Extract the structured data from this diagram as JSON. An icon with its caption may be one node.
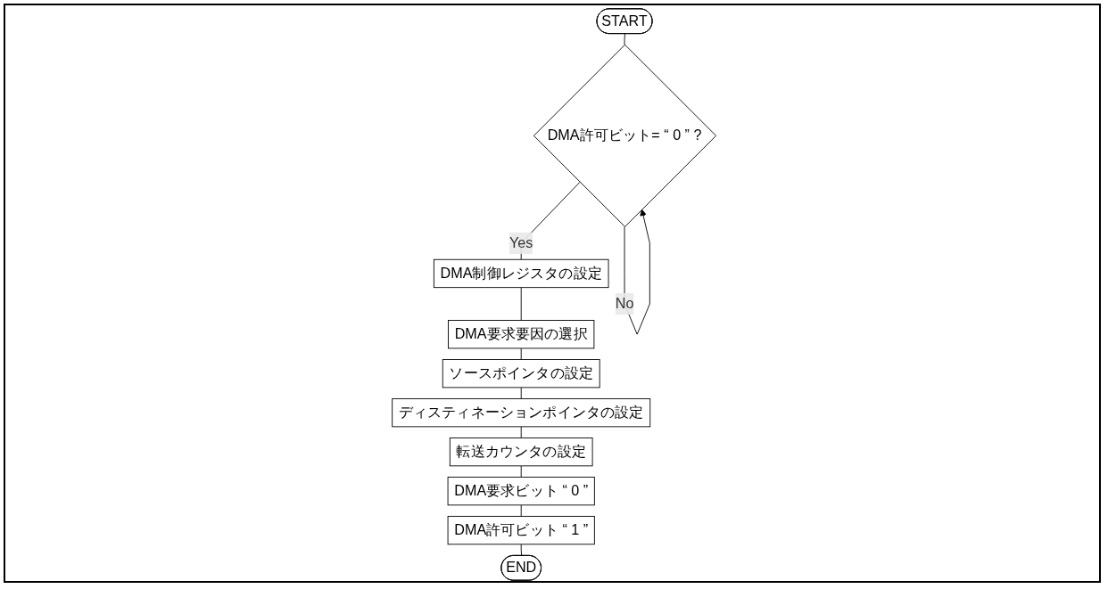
{
  "diagram": {
    "nodes": [
      {
        "text": [
          "START"
        ]
      },
      {
        "text": [
          "DMA許可ビット= “ 0 ” ?"
        ]
      },
      {
        "text": [
          "DMA制御レジスタの設定"
        ]
      },
      {
        "text": [
          "DMA要求要因の選択"
        ]
      },
      {
        "text": [
          "ソースポインタの設定"
        ]
      },
      {
        "text": [
          "ディスティネーションポインタの設定"
        ]
      },
      {
        "text": [
          "転送カウンタの設定"
        ]
      },
      {
        "text": [
          "DMA要求ビット “ 0 ”"
        ]
      },
      {
        "text": [
          "DMA許可ビット “ 1 ”"
        ]
      },
      {
        "text": [
          "END"
        ]
      }
    ],
    "edges": [
      {
        "from": 0,
        "to": 1,
        "arrow": "none"
      },
      {
        "from": 1,
        "to": 1,
        "arrow": "to",
        "label": "No"
      },
      {
        "from": 1,
        "to": 2,
        "arrow": "none",
        "label": "Yes"
      },
      {
        "from": 2,
        "to": 3,
        "arrow": "none"
      },
      {
        "from": 3,
        "to": 4,
        "arrow": "none"
      },
      {
        "from": 4,
        "to": 5,
        "arrow": "none"
      },
      {
        "from": 5,
        "to": 6,
        "arrow": "none"
      },
      {
        "from": 6,
        "to": 7,
        "arrow": "none"
      },
      {
        "from": 7,
        "to": 8,
        "arrow": "none"
      },
      {
        "from": 8,
        "to": 9,
        "arrow": "none"
      }
    ]
  }
}
